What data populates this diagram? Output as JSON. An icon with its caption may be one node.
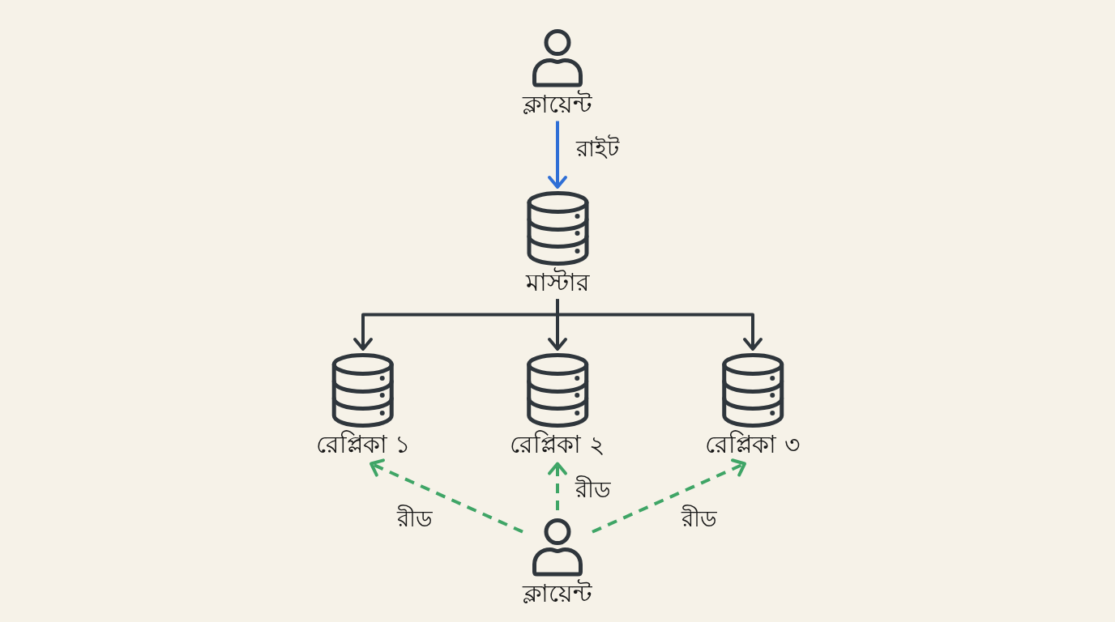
{
  "diagram": {
    "nodes": [
      {
        "text": [
          "ক্লায়েন্ট"
        ]
      },
      {
        "text": [
          "মাস্টার"
        ]
      },
      {
        "text": [
          "রেপ্লিকা ১"
        ]
      },
      {
        "text": [
          "রেপ্লিকা ২"
        ]
      },
      {
        "text": [
          "রেপ্লিকা ৩"
        ]
      },
      {
        "text": [
          "ক্লায়েন্ট"
        ]
      }
    ],
    "edges": [
      {
        "from": 0,
        "to": 1,
        "arrow": "to",
        "label": "রাইট",
        "color": "#2f6fd6"
      },
      {
        "from": 1,
        "to": 2,
        "arrow": "to"
      },
      {
        "from": 1,
        "to": 3,
        "arrow": "to"
      },
      {
        "from": 1,
        "to": 4,
        "arrow": "to"
      },
      {
        "from": 5,
        "to": 2,
        "arrow": "to",
        "label": "রীড",
        "style": "dashed",
        "color": "#3fa566"
      },
      {
        "from": 5,
        "to": 3,
        "arrow": "to",
        "label": "রীড",
        "style": "dashed",
        "color": "#3fa566"
      },
      {
        "from": 5,
        "to": 4,
        "arrow": "to",
        "label": "রীড",
        "style": "dashed",
        "color": "#3fa566"
      }
    ]
  }
}
